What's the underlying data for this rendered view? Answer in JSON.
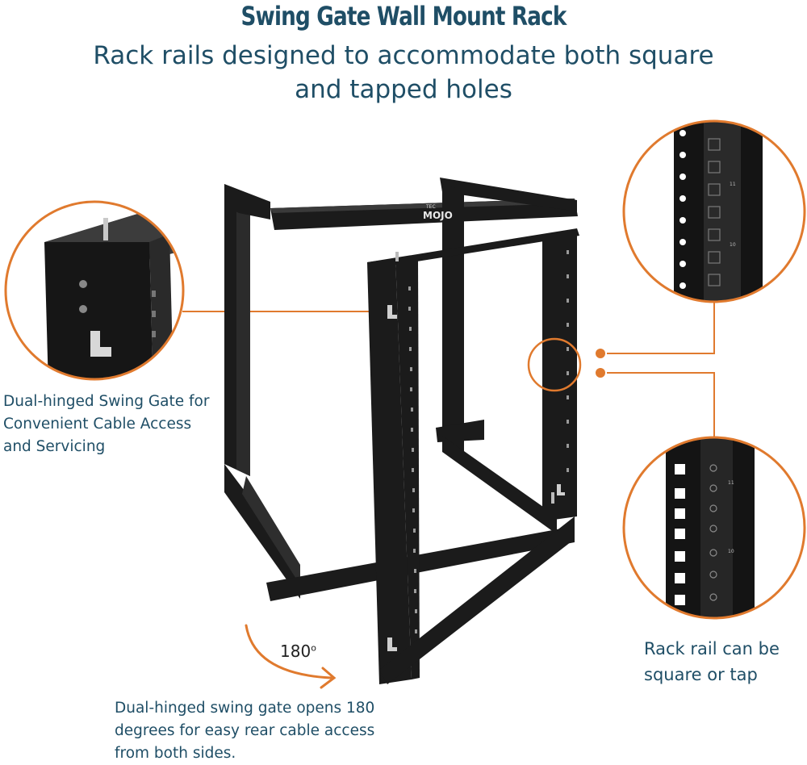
{
  "header": {
    "title": "Swing Gate Wall Mount Rack",
    "subtitle_line1": "Rack rails designed to accommodate both square",
    "subtitle_line2": "and tapped holes"
  },
  "logo": {
    "text": "MOJO",
    "small": "TEC"
  },
  "callouts": {
    "hinge": {
      "line1": "Dual-hinged Swing Gate for",
      "line2": "Convenient Cable Access",
      "line3": "and Servicing"
    },
    "swing": {
      "line1": "Dual-hinged swing gate opens 180",
      "line2": "degrees for easy rear cable access",
      "line3": "from both sides."
    },
    "rail": {
      "line1": "Rack rail can be",
      "line2": "square or tap"
    }
  },
  "angle": {
    "value": "180",
    "unit": "o"
  },
  "rail_numbers": {
    "top_a": "11",
    "top_b": "10",
    "bottom_a": "11",
    "bottom_b": "10"
  },
  "colors": {
    "accent": "#e07a2e",
    "text": "#1f4e66",
    "metal": "#1b1b1b"
  }
}
